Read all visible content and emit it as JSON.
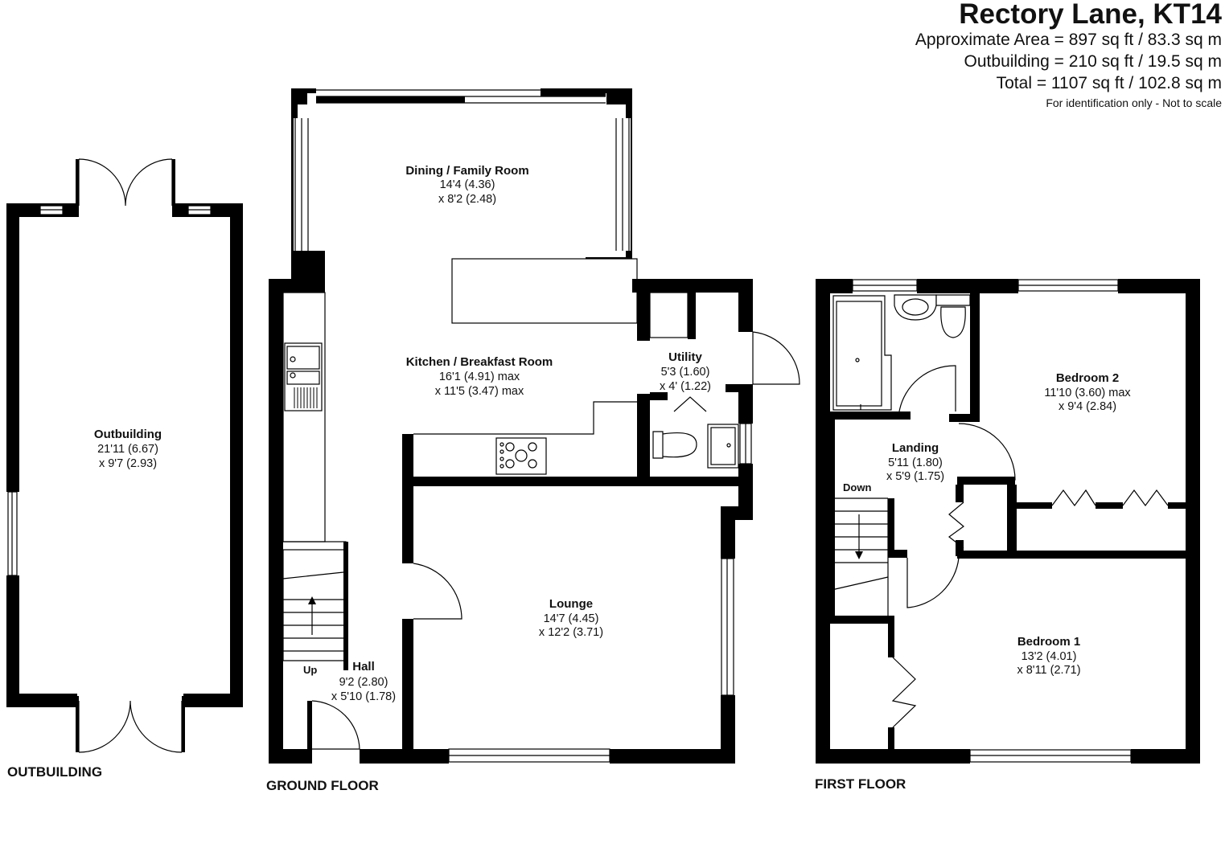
{
  "header": {
    "title": "Rectory Lane, KT14",
    "approx_area": "Approximate Area = 897 sq ft / 83.3 sq m",
    "outbuilding_area": "Outbuilding = 210 sq ft / 19.5 sq m",
    "total_area": "Total = 1107 sq ft / 102.8 sq m",
    "scale_note": "For identification only - Not to scale"
  },
  "floors": {
    "outbuilding": "OUTBUILDING",
    "ground": "GROUND FLOOR",
    "first": "FIRST FLOOR"
  },
  "rooms": {
    "outbuilding": {
      "name": "Outbuilding",
      "dim1": "21'11 (6.67)",
      "dim2": "x 9'7 (2.93)"
    },
    "dining": {
      "name": "Dining / Family Room",
      "dim1": "14'4 (4.36)",
      "dim2": "x 8'2 (2.48)"
    },
    "kitchen": {
      "name": "Kitchen / Breakfast Room",
      "dim1": "16'1 (4.91) max",
      "dim2": "x 11'5 (3.47) max"
    },
    "utility": {
      "name": "Utility",
      "dim1": "5'3 (1.60)",
      "dim2": "x 4' (1.22)"
    },
    "lounge": {
      "name": "Lounge",
      "dim1": "14'7 (4.45)",
      "dim2": "x 12'2 (3.71)"
    },
    "hall": {
      "name": "Hall",
      "dim1": "9'2 (2.80)",
      "dim2": "x 5'10 (1.78)"
    },
    "landing": {
      "name": "Landing",
      "dim1": "5'11 (1.80)",
      "dim2": "x 5'9 (1.75)"
    },
    "bedroom2": {
      "name": "Bedroom 2",
      "dim1": "11'10 (3.60) max",
      "dim2": "x 9'4 (2.84)"
    },
    "bedroom1": {
      "name": "Bedroom 1",
      "dim1": "13'2 (4.01)",
      "dim2": "x 8'11 (2.71)"
    }
  },
  "stairs": {
    "up": "Up",
    "down": "Down"
  }
}
